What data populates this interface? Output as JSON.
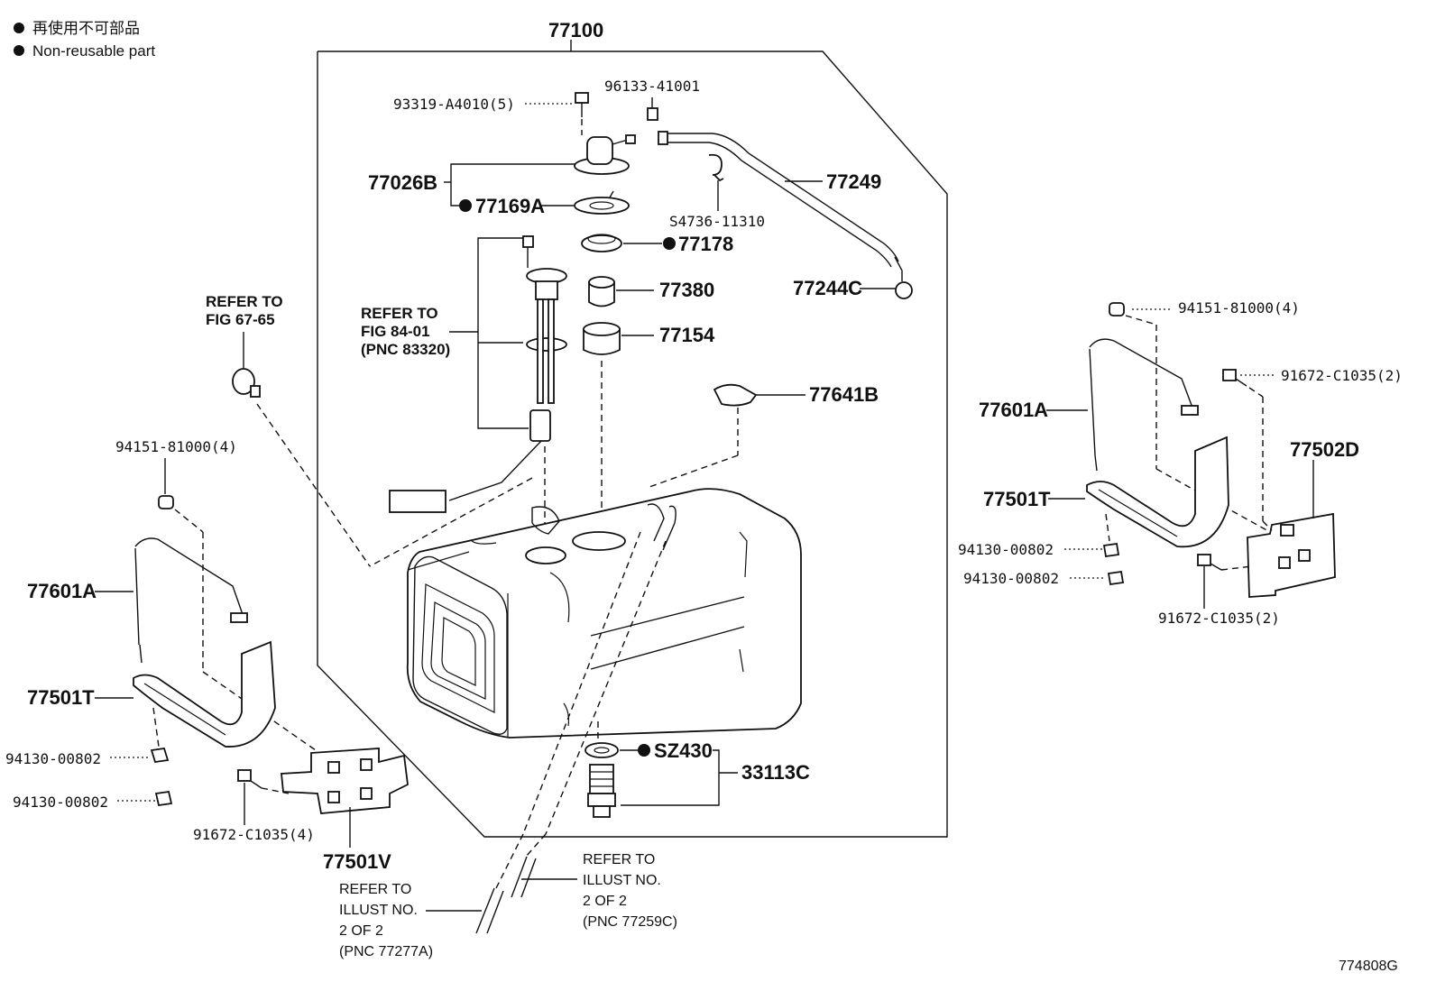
{
  "legend": {
    "line1": "再使用不可部品",
    "line2": "Non-reusable part"
  },
  "labels": {
    "assy": "77100",
    "p93319": "93319-A4010(5)",
    "p96133": "96133-41001",
    "p77026B": "77026B",
    "p77169A": "77169A",
    "p77249": "77249",
    "pS4736": "S4736-11310",
    "p77178": "77178",
    "p77244C": "77244C",
    "p77380": "77380",
    "p77154": "77154",
    "p77641B": "77641B",
    "pSZ430": "SZ430",
    "p33113C": "33113C",
    "left_refer_a": "REFER TO",
    "left_refer_b": "FIG 67-65",
    "mid_refer_a": "REFER TO",
    "mid_refer_b": "FIG 84-01",
    "mid_refer_c": "(PNC 83320)",
    "l_94151": "94151-81000(4)",
    "l_77601A": "77601A",
    "l_77501T": "77501T",
    "l_94130a": "94130-00802",
    "l_94130b": "94130-00802",
    "l_91672": "91672-C1035(4)",
    "l_77501V": "77501V",
    "r_94151": "94151-81000(4)",
    "r_91672a": "91672-C1035(2)",
    "r_77601A": "77601A",
    "r_77502D": "77502D",
    "r_77501T": "77501T",
    "r_94130a": "94130-00802",
    "r_94130b": "94130-00802",
    "r_91672b": "91672-C1035(2)",
    "b_refer1_a": "REFER TO",
    "b_refer1_b": "ILLUST NO.",
    "b_refer1_c": "2 OF 2",
    "b_refer1_d": "(PNC 77277A)",
    "b_refer2_a": "REFER TO",
    "b_refer2_b": "ILLUST NO.",
    "b_refer2_c": "2 OF 2",
    "b_refer2_d": "(PNC 77259C)",
    "fig_id": "774808G"
  }
}
